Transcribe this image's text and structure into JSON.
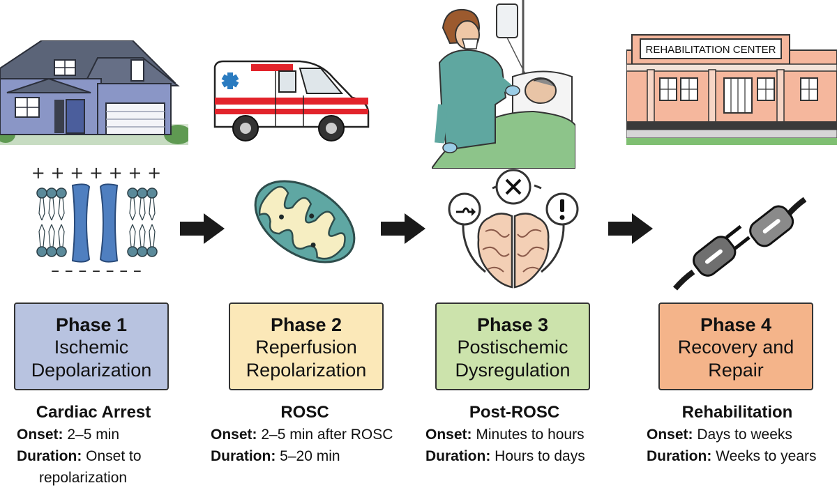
{
  "phases": [
    {
      "title": "Phase 1",
      "line1": "Ischemic",
      "line2": "Depolarization",
      "color": "#b8c3e0",
      "heading": "Cardiac Arrest",
      "onset_label": "Onset:",
      "onset": "2–5 min",
      "duration_label": "Duration:",
      "duration": "Onset to",
      "duration_cont": "repolarization"
    },
    {
      "title": "Phase 2",
      "line1": "Reperfusion",
      "line2": "Repolarization",
      "color": "#fbe8b8",
      "heading": "ROSC",
      "onset_label": "Onset:",
      "onset": "2–5 min after ROSC",
      "duration_label": "Duration:",
      "duration": "5–20 min"
    },
    {
      "title": "Phase 3",
      "line1": "Postischemic",
      "line2": "Dysregulation",
      "color": "#cce3ac",
      "heading": "Post-ROSC",
      "onset_label": "Onset:",
      "onset": "Minutes to hours",
      "duration_label": "Duration:",
      "duration": "Hours to days"
    },
    {
      "title": "Phase 4",
      "line1": "Recovery and",
      "line2": "Repair",
      "color": "#f4b48a",
      "heading": "Rehabilitation",
      "onset_label": "Onset:",
      "onset": "Days to weeks",
      "duration_label": "Duration:",
      "duration": "Weeks to years"
    }
  ],
  "rehab_sign": "REHABILITATION CENTER",
  "membrane_plus": "+ + + + + + +",
  "membrane_minus": "– – – – – – –",
  "icons": [
    "house-icon",
    "ambulance-icon",
    "icu-nurse-icon",
    "rehabilitation-center-icon",
    "membrane-channel-icon",
    "mitochondrion-icon",
    "brain-dysregulation-icon",
    "plug-icon",
    "arrow-right-icon"
  ]
}
